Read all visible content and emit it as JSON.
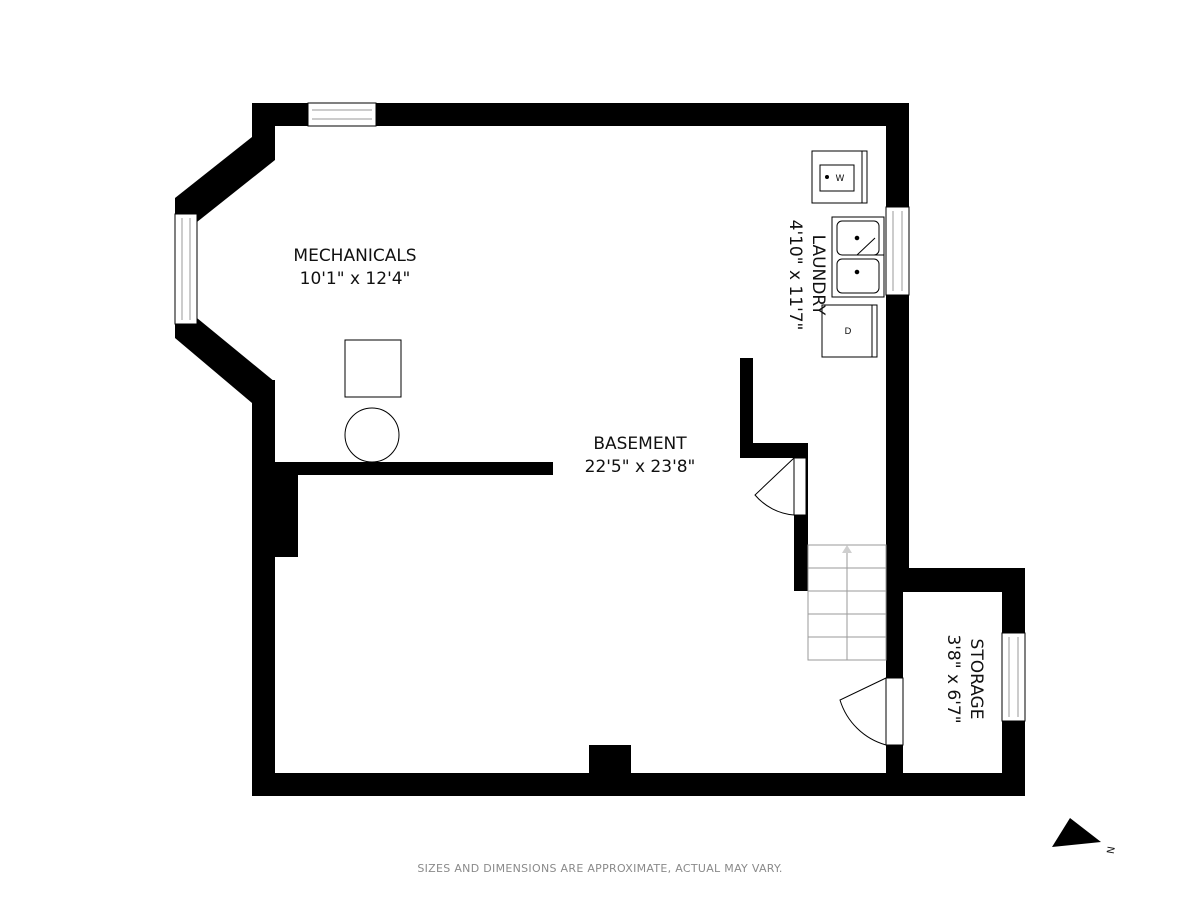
{
  "rooms": {
    "mechanicals": {
      "name": "MECHANICALS",
      "size": "10'1\" x 12'4\""
    },
    "basement": {
      "name": "BASEMENT",
      "size": "22'5\" x 23'8\""
    },
    "laundry": {
      "name": "LAUNDRY",
      "size": "4'10\" x 11'7\""
    },
    "storage": {
      "name": "STORAGE",
      "size": "3'8\" x 6'7\""
    }
  },
  "appliances": {
    "washer": "W",
    "dryer": "D"
  },
  "compass": {
    "label": "N"
  },
  "disclaimer": "SIZES AND DIMENSIONS ARE APPROXIMATE, ACTUAL MAY VARY.",
  "colors": {
    "wall": "#000000",
    "fixture": "#333333",
    "stair": "#9a9a9a",
    "window": "#9a9a9a",
    "disclaimer": "#8a8a8a"
  }
}
